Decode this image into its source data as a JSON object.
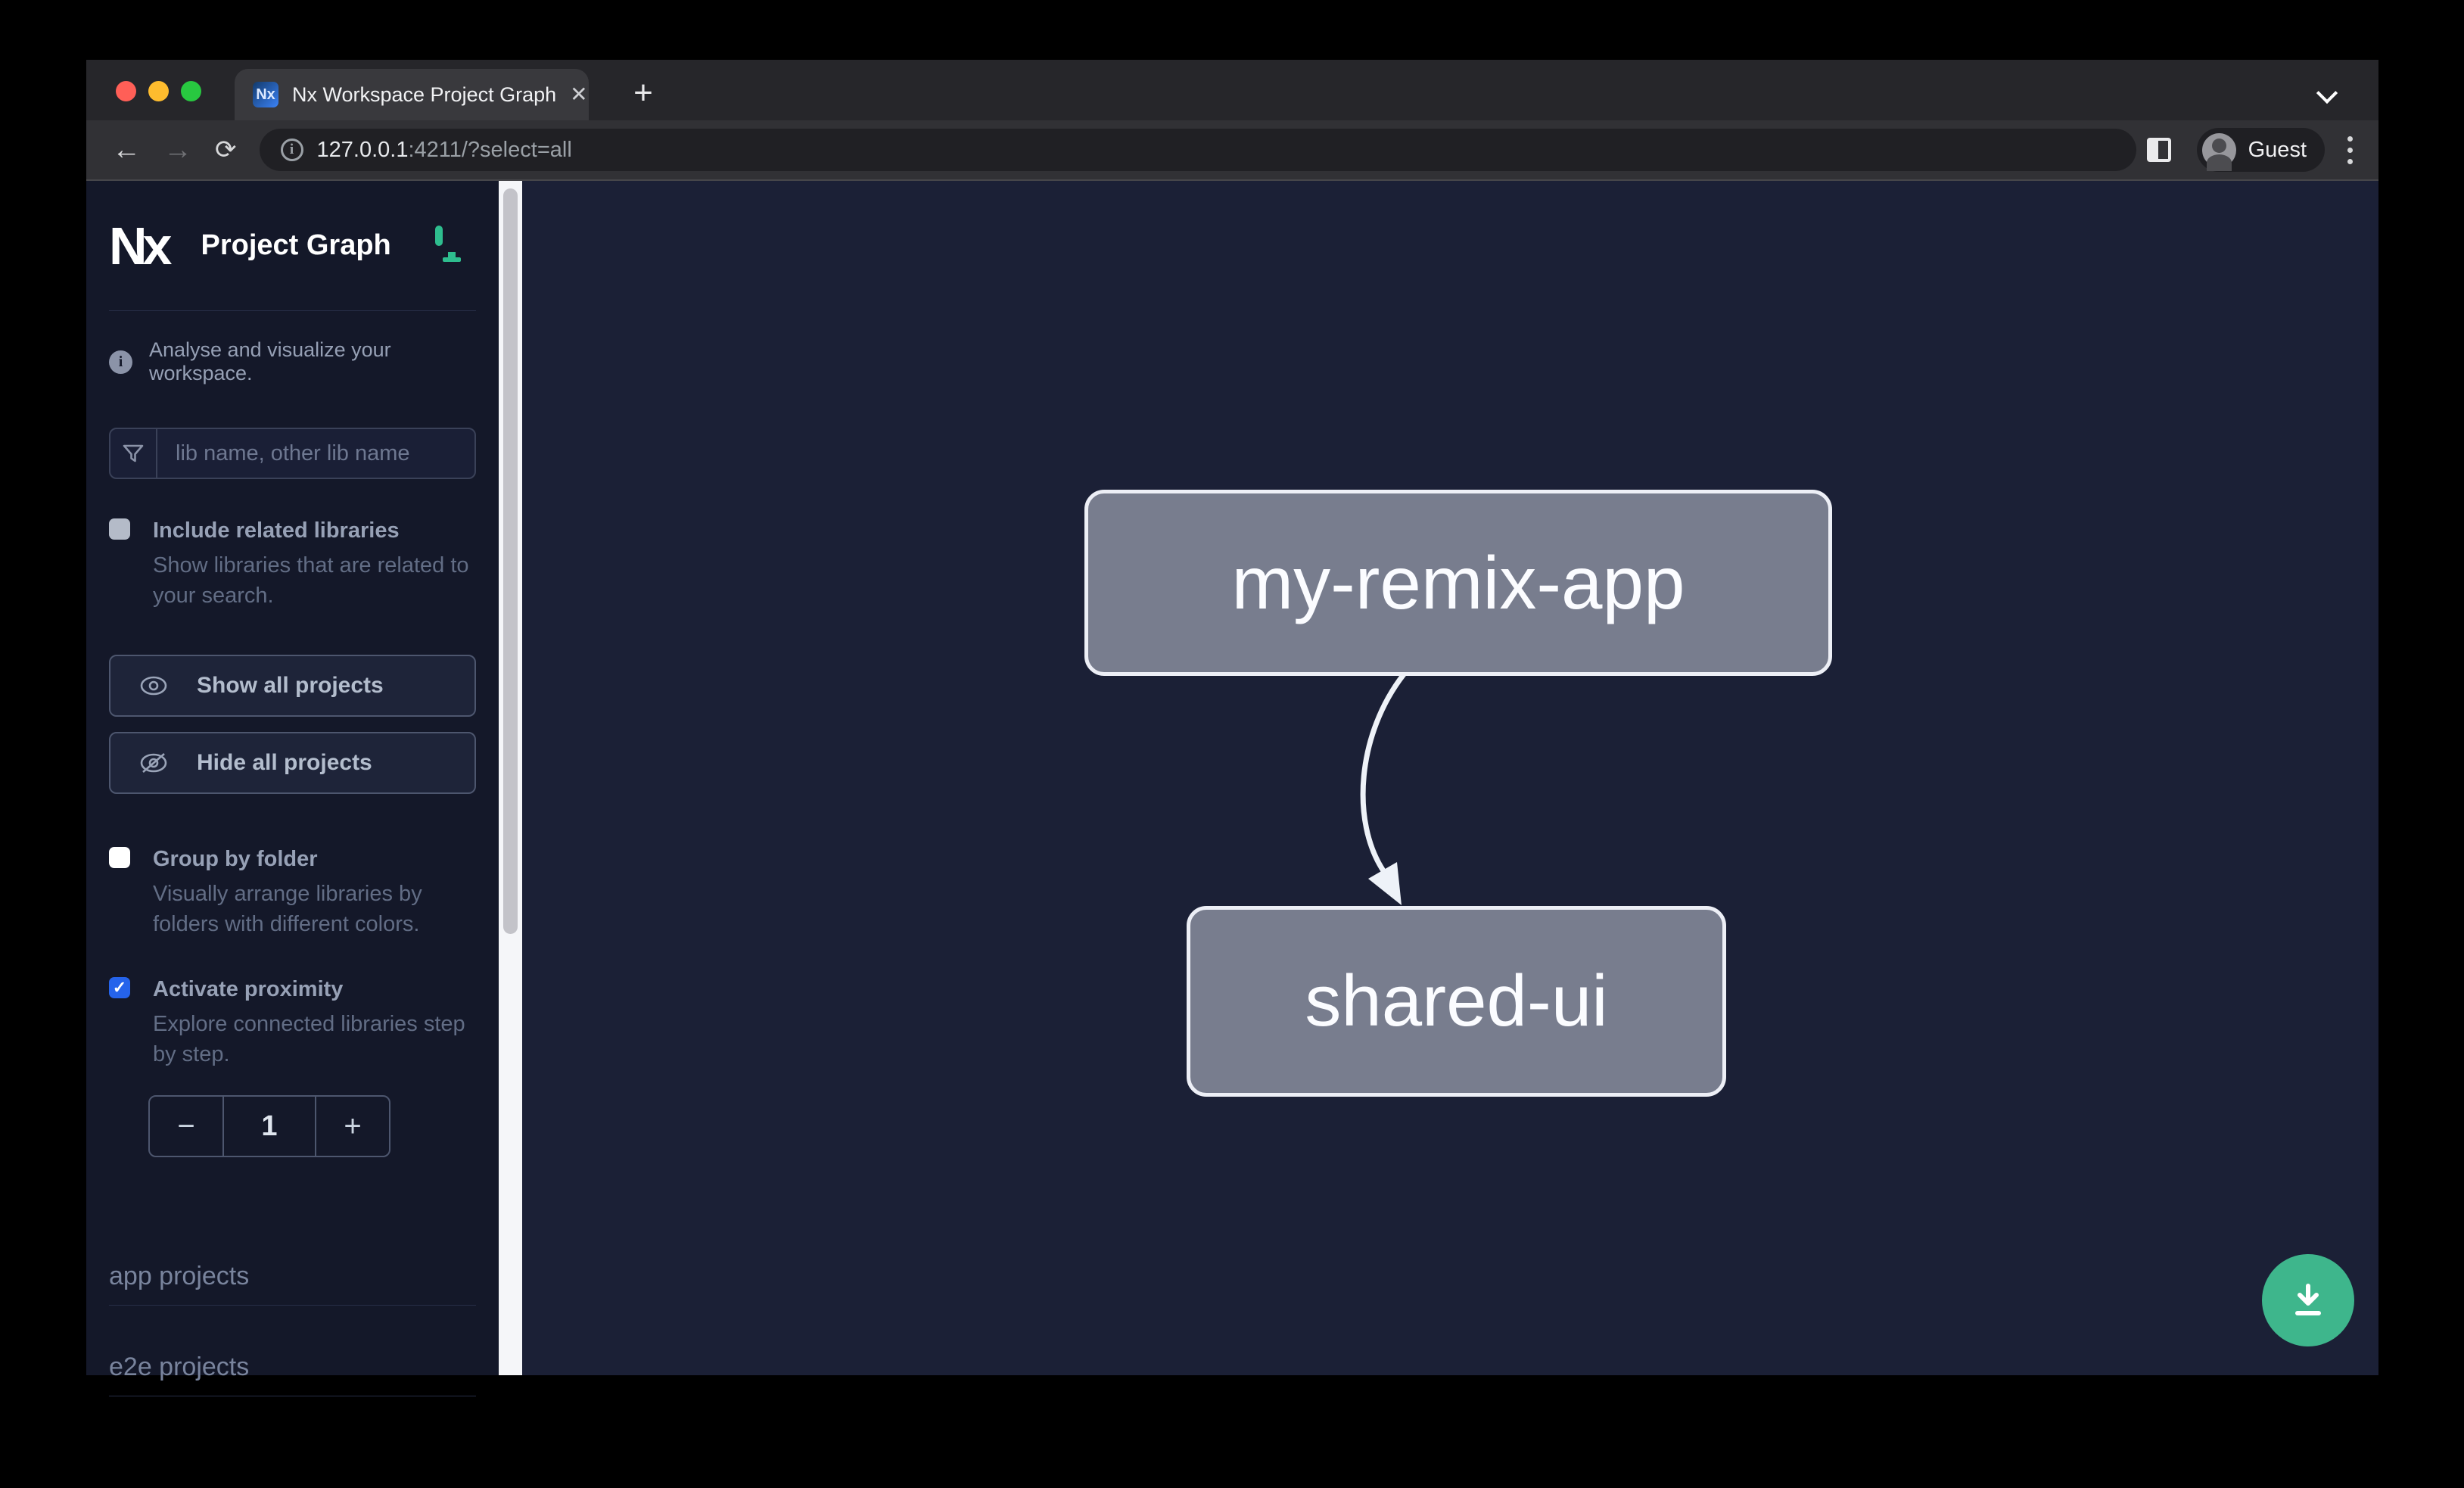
{
  "browser": {
    "tab": {
      "title": "Nx Workspace Project Graph",
      "favicon_text": "Nx",
      "close_glyph": "✕",
      "new_tab_glyph": "+"
    },
    "nav": {
      "back_glyph": "←",
      "forward_glyph": "→",
      "reload_glyph": "⟳"
    },
    "url": {
      "host": "127.0.0.1",
      "rest": ":4211/?select=all"
    },
    "profile_label": "Guest"
  },
  "sidebar": {
    "logo_text": "Nx",
    "title": "Project Graph",
    "tagline": "Analyse and visualize your workspace.",
    "search": {
      "placeholder": "lib name, other lib name"
    },
    "buttons": [
      {
        "label": "Show all projects"
      },
      {
        "label": "Hide all projects"
      }
    ],
    "toggles": [
      {
        "label": "Include related libraries",
        "description": "Show libraries that are related to your search.",
        "checked": false
      },
      {
        "label": "Group by folder",
        "description": "Visually arrange libraries by folders with different colors.",
        "checked": false
      },
      {
        "label": "Activate proximity",
        "description": "Explore connected libraries step by step.",
        "checked": true
      }
    ],
    "proximity_stepper": {
      "decrement": "−",
      "value": "1",
      "increment": "+",
      "check_glyph": "✓"
    },
    "sections": [
      {
        "label": "app projects"
      },
      {
        "label": "e2e projects"
      }
    ]
  },
  "graph": {
    "nodes": [
      {
        "id": "my-remix-app",
        "label": "my-remix-app"
      },
      {
        "id": "shared-ui",
        "label": "shared-ui"
      }
    ],
    "edges": [
      {
        "from": "my-remix-app",
        "to": "shared-ui"
      }
    ]
  },
  "colors": {
    "canvas_bg": "#1b2036",
    "sidebar_bg": "#141829",
    "node_fill": "#787d8e",
    "node_border": "#edeff6",
    "accent_checkbox": "#2563eb",
    "fab_green": "#3eb68c",
    "monitor_icon_green": "#2ebd8e",
    "traffic_red": "#ff5f57",
    "traffic_yellow": "#febc2e",
    "traffic_green": "#28c840"
  }
}
